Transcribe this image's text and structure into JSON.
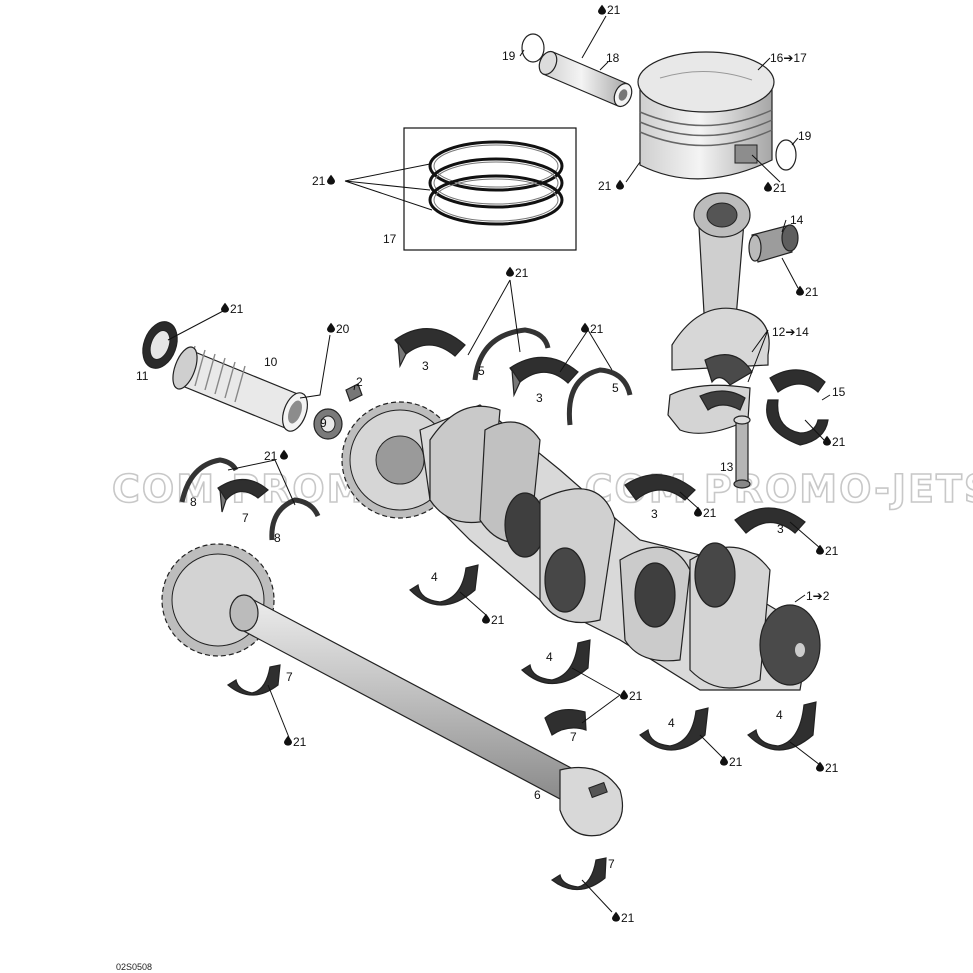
{
  "diagram": {
    "drawing_code": "02S0508",
    "watermark": "COM  PROMO-JETSKI.COM  PROMO-JETSKI",
    "colors": {
      "part_dark": "#5a5a5a",
      "part_mid": "#a9a9a9",
      "part_light": "#d9d9d9",
      "line": "#222222"
    },
    "callouts": {
      "c21_pin_top": "21",
      "c19_left": "19",
      "c18": "18",
      "c16_17": "16➔17",
      "c19_right": "19",
      "c21_piston_left": "21",
      "c21_piston_bottom": "21",
      "c21_rings": "21",
      "c17": "17",
      "c14": "14",
      "c21_rod_bearing": "21",
      "c21_main_top": "21",
      "c21_seal": "21",
      "c20": "20",
      "c12_14": "12➔14",
      "c21_top_right": "21",
      "c11": "11",
      "c10": "10",
      "c3_a": "3",
      "c5_a": "5",
      "c2": "2",
      "c3_b": "3",
      "c5_b": "5",
      "c15": "15",
      "c9": "9",
      "c21_thrust": "21",
      "c21_cap": "21",
      "c13": "13",
      "c8_a": "8",
      "c7_a": "7",
      "c8_b": "8",
      "c3_c": "3",
      "c21_c": "21",
      "c3_d": "3",
      "c21_d": "21",
      "c4_a": "4",
      "c21_e": "21",
      "c1_2": "1➔2",
      "c4_b": "4",
      "c21_f": "21",
      "c7_b": "7",
      "c7_c": "7",
      "c21_g": "21",
      "c4_c": "4",
      "c21_h": "21",
      "c4_d": "4",
      "c21_i": "21",
      "c6": "6",
      "c7_d": "7",
      "c21_j": "21"
    }
  }
}
